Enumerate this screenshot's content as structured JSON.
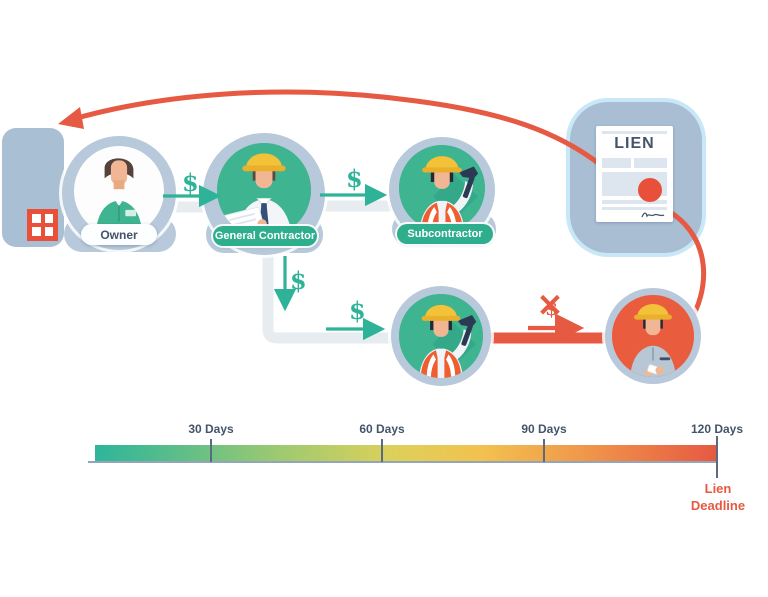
{
  "entities": {
    "owner_label": "Owner",
    "gc_label": "General Contractor",
    "sub_label": "Subcontractor"
  },
  "document": {
    "title": "LIEN"
  },
  "money": {
    "symbol": "$",
    "blocked_mark": "✕"
  },
  "timeline": {
    "tick_30": "30 Days",
    "tick_60": "60 Days",
    "tick_90": "90 Days",
    "tick_120": "120 Days",
    "deadline": "Lien Deadline"
  },
  "colors": {
    "teal_arrow": "#2eb398",
    "green_fill": "#3eb490",
    "red": "#e65942",
    "slate_text": "#44546a",
    "steel_blue": "#b7c9da",
    "card_blue": "#a9bed2"
  }
}
